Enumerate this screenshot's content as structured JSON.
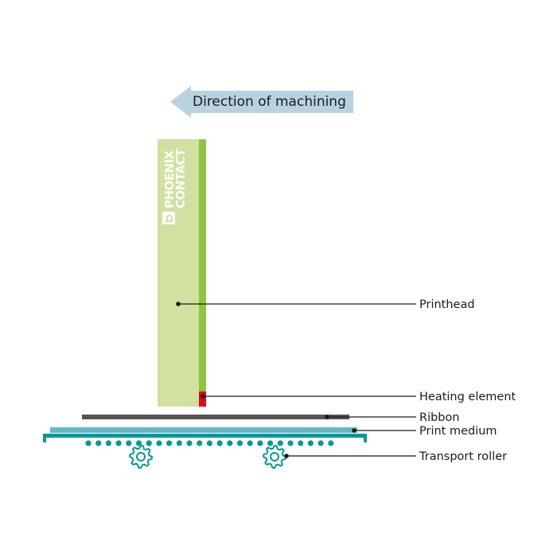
{
  "direction": {
    "label": "Direction of machining"
  },
  "logo": {
    "line1": "PHOENIX",
    "line2": "CONTACT"
  },
  "labels": {
    "printhead": "Printhead",
    "heating_element": "Heating element",
    "ribbon": "Ribbon",
    "print_medium": "Print medium",
    "transport_roller": "Transport roller"
  },
  "colors": {
    "arrow_fill": "#b9d2df",
    "printhead_body": "#d0e1a0",
    "printhead_edge": "#8dc63f",
    "heating_element": "#e30613",
    "ribbon": "#555555",
    "print_medium": "#66b9c6",
    "transport_belt": "#009999",
    "leader_line": "#1a1a1a"
  },
  "roller_count": 2
}
